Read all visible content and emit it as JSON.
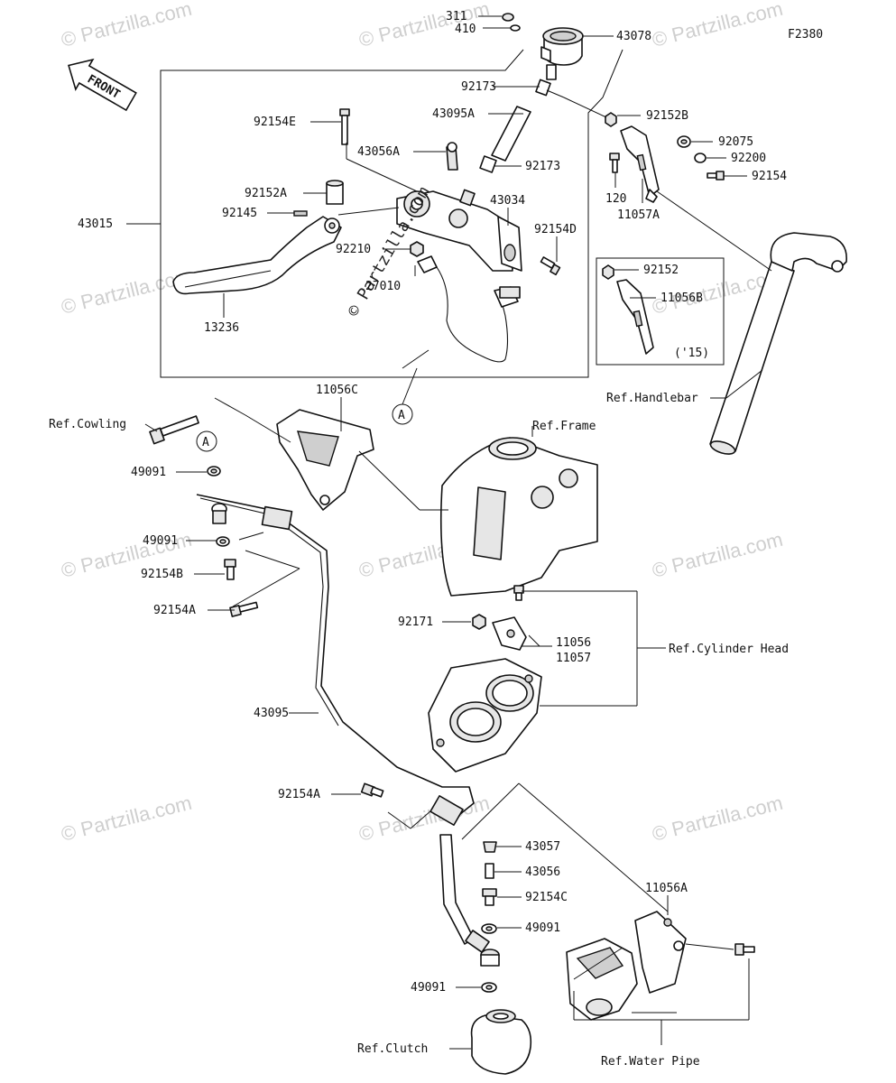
{
  "diagram": {
    "code": "F2380",
    "front_label": "FRONT",
    "marker_letter": "A",
    "watermark": "© Partzilla.com",
    "center_watermark": "© Partzilla.com",
    "labels": {
      "p311": "311",
      "p410": "410",
      "p43078": "43078",
      "p92173a": "92173",
      "p43095a": "43095A",
      "p92154e": "92154E",
      "p43056a": "43056A",
      "p92173b": "92173",
      "p92152a": "92152A",
      "p43034": "43034",
      "p92145": "92145",
      "p43015": "43015",
      "p92154d": "92154D",
      "p92210": "92210",
      "p27010": "27010",
      "p13236": "13236",
      "p92152b": "92152B",
      "p92075": "92075",
      "p92200": "92200",
      "p92154": "92154",
      "p120": "120",
      "p11057a": "11057A",
      "p92152": "92152",
      "p11056b": "11056B",
      "p15": "('15)",
      "ref_handlebar": "Ref.Handlebar",
      "p11056c": "11056C",
      "ref_cowling": "Ref.Cowling",
      "ref_frame": "Ref.Frame",
      "p49091a": "49091",
      "p49091b": "49091",
      "p92154b": "92154B",
      "p92154a1": "92154A",
      "p92171": "92171",
      "p11056": "11056",
      "p11057": "11057",
      "ref_cylinder_head": "Ref.Cylinder Head",
      "p43095": "43095",
      "p92154a2": "92154A",
      "p43057": "43057",
      "p43056": "43056",
      "p92154c": "92154C",
      "p49091c": "49091",
      "p11056a": "11056A",
      "p49091d": "49091",
      "ref_clutch": "Ref.Clutch",
      "ref_water_pipe": "Ref.Water Pipe"
    }
  }
}
